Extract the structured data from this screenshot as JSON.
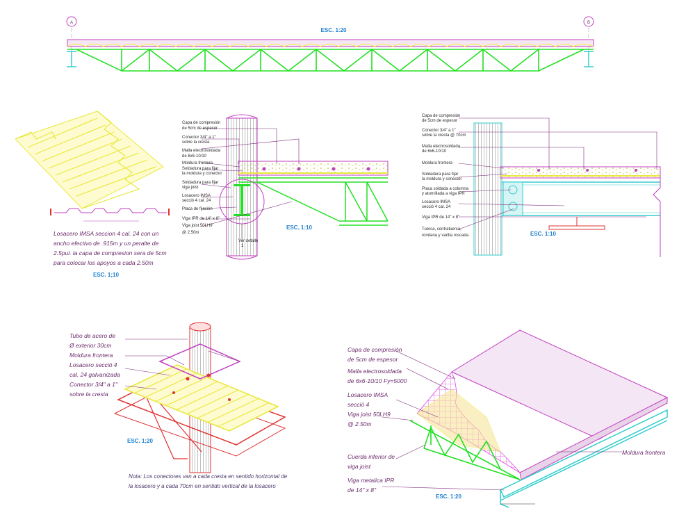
{
  "colors": {
    "truss": "#22e022",
    "deck": "#f2f232",
    "outline": "#c040c0",
    "steel": "#e03030",
    "cyan": "#33cccc",
    "leader": "#7a2a7a",
    "scale": "#1e7fd0"
  },
  "top_elevation": {
    "scale": "ESC. 1:20",
    "axis_left": "A",
    "axis_right": "B"
  },
  "deck_profile": {
    "note_lines": [
      "Losacero IMSA seccion 4 cal. 24 con un",
      "ancho efectivo de .915m y un peralte de",
      "2.5pul. la capa de compresion sera de 5cm",
      "para colocar los apoyos a cada 2.50m"
    ],
    "scale": "ESC. 1;10"
  },
  "section_column": {
    "labels": [
      "Capa de compresión",
      "de 5cm de espesor",
      "Conector 3/4\" a 1\"",
      "sobre la cresta",
      "Malla electrosoldada",
      "de 6x6-10/10",
      "Moldura frontera",
      "Soldadura para fijar",
      "la moldura y conector",
      "Soldadura para fijar",
      "viga joist",
      "Losacero IMSA",
      "secció 4 cal. 24",
      "Placa de fijación",
      "Viga IPR de 14\" x 8\"",
      "Viga joist 50LH9",
      "@ 2.50m"
    ],
    "detail_label": "Ver detalle",
    "detail_ref": "1",
    "scale": "ESC. 1:10"
  },
  "section_beam": {
    "labels": [
      "Capa de compresión",
      "de 5cm de espesor",
      "Conector 3/4\" a 1\"",
      "sobre la cresta @ 70cm",
      "Malla electrosoldada",
      "de 6x6-10/10",
      "Moldura frontera",
      "Soldadura para fijar",
      "la moldura y conector",
      "Placa soldada a columna",
      "y atornillada a viga IPR",
      "Losacero IMSA",
      "secció 4 cal. 24",
      "Viga IPR de 14\" x 8\"",
      "Tuerca, contratuerca,",
      "rondana y varilla roscada"
    ],
    "scale": "ESC. 1:10"
  },
  "iso_column": {
    "labels": [
      "Tubo de acero de",
      "Ø exterior 30cm",
      "Moldura frontera",
      "Losacero secció 4",
      "cal. 24 galvanizada",
      "Conector 3/4\" a 1\"",
      "sobre la cresta"
    ],
    "scale": "ESC. 1;20",
    "note_lines": [
      "Nota: Los conectores van a cada cresta en sentido horizontal de",
      "la losacero y a cada 70cm en sentido vertical de la losacero"
    ]
  },
  "iso_slab": {
    "labels": [
      "Capa de compresión",
      "de 5cm de espesor",
      "Malla electrosoldada",
      "de 6x6-10/10 Fy=5000",
      "Losacero IMSA",
      "secció 4",
      "Viga joist 50LH9",
      "@ 2.50m",
      "Cuerda inferior de",
      "viga joist",
      "Viga metalica IPR",
      "de 14\" x 8\""
    ],
    "right_label": "Moldura frontera",
    "scale": "ESC. 1:20"
  }
}
